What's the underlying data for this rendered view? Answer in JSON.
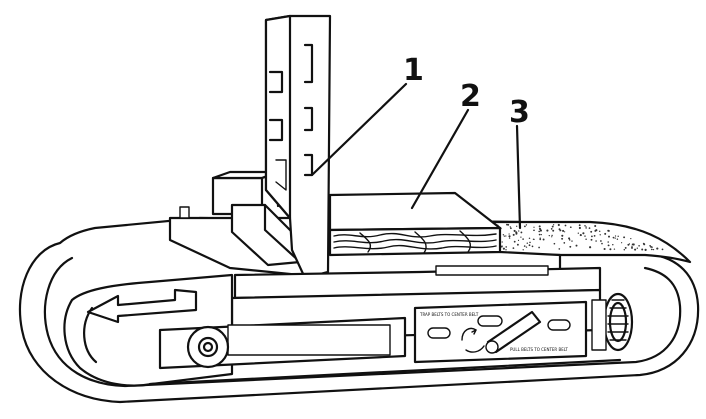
{
  "callouts": [
    {
      "number": "1",
      "target": "fence"
    },
    {
      "number": "2",
      "target": "workpiece"
    },
    {
      "number": "3",
      "target": "sanding-belt"
    }
  ],
  "tracking_label_top": "TRAP BELTS TO CENTER BELT",
  "tracking_label_bottom": "PULL BELTS TO CENTER BELT",
  "colors": {
    "line": "#111111",
    "background": "#ffffff",
    "sandpaper_grit": "#333333"
  }
}
